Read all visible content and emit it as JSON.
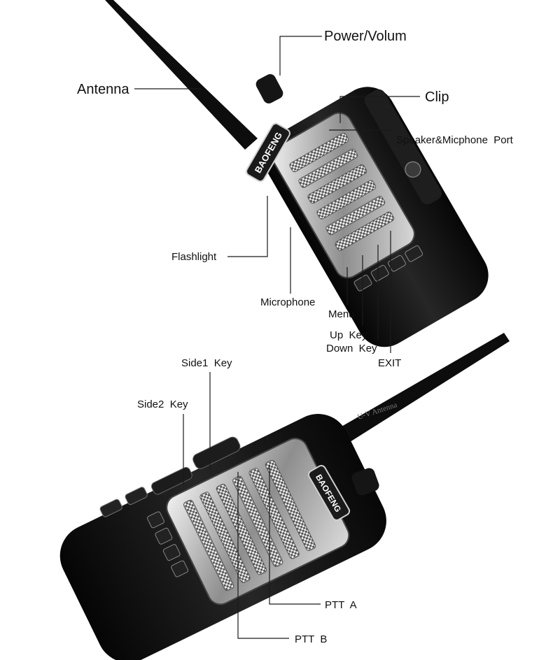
{
  "brand": "BAOFENG",
  "antenna_print": "U-V Antenna",
  "labels": {
    "power_volume": "Power/Volum",
    "antenna": "Antenna",
    "clip": "Clip",
    "speaker_mic_port": "Speaker&Micphone  Port",
    "flashlight": "Flashlight",
    "microphone": "Microphone",
    "menu": "Menu",
    "up_key": "Up  Key",
    "down_key": "Down  Key",
    "exit": "EXIT",
    "side1_key": "Side1  Key",
    "side2_key": "Side2  Key",
    "ptt_a": "PTT  A",
    "ptt_b": "PTT  B"
  },
  "colors": {
    "body": "#121212",
    "chrome": "#b8b8b8",
    "label": "#111111"
  }
}
